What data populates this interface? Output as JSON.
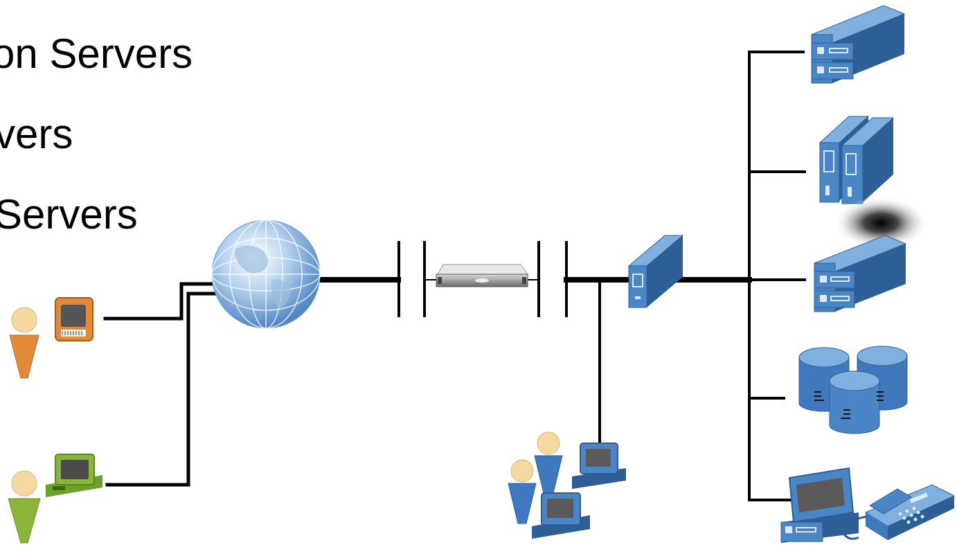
{
  "bullets": [
    {
      "text": "on Servers"
    },
    {
      "text": "vers"
    },
    {
      "text": "Servers"
    }
  ],
  "icons": {
    "remote_user_orange": "user-icon",
    "remote_terminal_orange": "terminal-icon",
    "remote_user_green": "user-icon",
    "remote_terminal_green": "computer-icon",
    "internet": "globe-icon",
    "firewall": "rack-server-icon",
    "router": "switch-icon",
    "local_users": "user-group-icon",
    "server_stack": "server-icon",
    "tower_servers": "tower-server-icon",
    "shadow": "shadow",
    "server_stack_2": "server-icon",
    "databases": "database-icon",
    "workstation": "computer-icon",
    "telephone": "phone-icon"
  },
  "colors": {
    "line": "#000000",
    "blue": "#4a86c5",
    "blue_dark": "#2d5f96",
    "blue_light": "#7fb0e0",
    "orange": "#e08a3a",
    "green": "#8ab43a",
    "skin": "#f6d9a0"
  }
}
